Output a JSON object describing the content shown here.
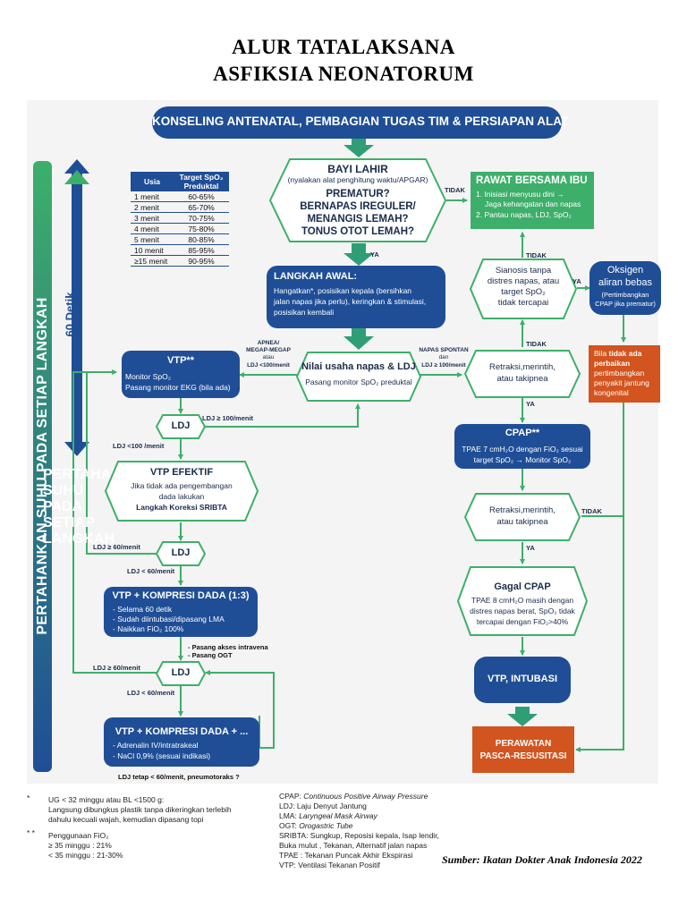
{
  "title": {
    "line1": "ALUR TATALAKSANA",
    "line2": "ASFIKSIA NEONATORUM"
  },
  "colors": {
    "navy": "#1f4e96",
    "green": "#3daf6a",
    "orange": "#d2541f",
    "arrow_green": "#2f9e75"
  },
  "banner": "KONSELING ANTENATAL, PEMBAGIAN TUGAS TIM & PERSIAPAN ALAT",
  "side_bar": "PERTAHANKAN SUHU PADA SETIAP LANGKAH",
  "timer": "60 Detik",
  "spo2_table": {
    "header_age": "Usia",
    "header_target_1": "Target SpO₂",
    "header_target_2": "Preduktal",
    "rows": [
      {
        "age": "1 menit",
        "target": "60-65%"
      },
      {
        "age": "2 menit",
        "target": "65-70%"
      },
      {
        "age": "3 menit",
        "target": "70-75%"
      },
      {
        "age": "4 menit",
        "target": "75-80%"
      },
      {
        "age": "5 menit",
        "target": "80-85%"
      },
      {
        "age": "10 menit",
        "target": "85-95%"
      },
      {
        "age": "≥15 menit",
        "target": "90-95%"
      }
    ]
  },
  "bayi_lahir": {
    "title": "BAYI LAHIR",
    "subtitle": "(nyalakan alat penghitung waktu/APGAR)",
    "q1": "PREMATUR?",
    "q2": "BERNAPAS IREGULER/",
    "q3": "MENANGIS LEMAH?",
    "q4": "TONUS OTOT LEMAH?"
  },
  "rawat": {
    "title": "RAWAT BERSAMA IBU",
    "l1": "1. Inisiasi menyusu dini →",
    "l2": "Jaga kehangatan dan napas",
    "l3": "2. Pantau napas, LDJ, SpO₂"
  },
  "langkah": {
    "title": "LANGKAH AWAL:",
    "l1": "Hangatkan*, posisikan kepala (bersihkan",
    "l2": "jalan napas jika perlu), keringkan & stimulasi,",
    "l3": "posisikan kembali"
  },
  "sianosis": {
    "l1": "Sianosis tanpa",
    "l2": "distres napas, atau",
    "l3": "target SpO₂",
    "l4": "tidak tercapai"
  },
  "oksigen": {
    "l1": "Oksigen",
    "l2": "aliran bebas",
    "l3": "(Pertimbangkan",
    "l4": "CPAP jika prematur)"
  },
  "orange_box": {
    "l1a": "Bila ",
    "l1b": "tidak ada",
    "l2": "perbaikan",
    "l3": "pertimbangkan",
    "l4": "penyakit jantung",
    "l5": "kongenital"
  },
  "vtp": {
    "title": "VTP**",
    "l1": "Monitor SpO₂",
    "l2": "Pasang monitor EKG (bila ada)"
  },
  "nilai": {
    "title": "Nilai usaha napas & LDJ",
    "sub": "Pasang monitor SpO₂ preduktal"
  },
  "retraksi1": {
    "l1": "Retraksi,merintih,",
    "l2": "atau takipnea"
  },
  "retraksi2": {
    "l1": "Retraksi,merintih,",
    "l2": "atau takipnea"
  },
  "apnea_lbl": {
    "l1": "APNEA/",
    "l2": "MEGAP-MEGAP",
    "l3": "atau",
    "l4": "LDJ <100/menit"
  },
  "napas_lbl": {
    "l1": "NAPAS SPONTAN",
    "l2": "dan",
    "l3": "LDJ ≥ 100/menit"
  },
  "ldj": "LDJ",
  "ldj_ge100": "LDJ ≥ 100/menit",
  "ldj_lt100": "LDJ <100 /menit",
  "vtp_efektif": {
    "title": "VTP EFEKTIF",
    "l1": "Jika tidak ada pengembangan",
    "l2": "dada lakukan",
    "l3": "Langkah Koreksi SRIBTA"
  },
  "ldj_ge60_a": "LDJ ≥ 60/menit",
  "ldj_lt60_a": "LDJ < 60/menit",
  "kompresi1": {
    "title": "VTP + KOMPRESI DADA (1:3)",
    "l1": "- Selama 60 detik",
    "l2": "- Sudah diintubasi/dipasang LMA",
    "l3": "- Naikkan FiO₂ 100%"
  },
  "pasang": {
    "l1": "- Pasang akses intravena",
    "l2": "- Pasang OGT"
  },
  "ldj_ge60_b": "LDJ ≥ 60/menit",
  "ldj_lt60_b": "LDJ < 60/menit",
  "kompresi2": {
    "title": "VTP + KOMPRESI DADA + ...",
    "l1": "- Adrenalin IV/intratrakeal",
    "l2": "- NaCl 0,9% (sesuai indikasi)"
  },
  "ldj_tetap": "LDJ tetap < 60/menit, pneumotoraks ?",
  "cpap": {
    "title": "CPAP**",
    "l1": "TPAE 7 cmH₂O dengan FiO₂ sesuai",
    "l2": "target SpO₂ → Monitor SpO₂"
  },
  "gagal": {
    "title": "Gagal CPAP",
    "l1": "TPAE 8 cmH₂O masih dengan",
    "l2": "distres napas berat, SpO₂ tidak",
    "l3": "tercapai dengan FiO₂>40%"
  },
  "intubasi": "VTP, INTUBASI",
  "perawatan": {
    "l1": "PERAWATAN",
    "l2": "PASCA-RESUSITASI"
  },
  "labels": {
    "ya": "YA",
    "tidak": "TIDAK"
  },
  "footnotes_left": {
    "s1": "*",
    "l1": "UG < 32 minggu atau BL <1500 g:",
    "l2": "Langsung dibungkus plastik tanpa dikeringkan terlebih",
    "l3": "dahulu kecuali wajah, kemudian dipasang topi",
    "s2": "* *",
    "l4": "Penggunaan FiO₂",
    "l5": "≥ 35 minggu : 21%",
    "l6": "< 35 minggu : 21-30%"
  },
  "footnotes_mid": {
    "a1": "CPAP: ",
    "b1": "Continuous Positive Airway Pressure",
    "a2": "LDJ: Laju Denyut Jantung",
    "a3": "LMA: ",
    "b3": "Laryngeal Mask Airway",
    "a4": "OGT: ",
    "b4": "Orogastric Tube",
    "a5": "SRIBTA: Sungkup, Reposisi kepala, Isap lendir,",
    "a6": "Buka mulut , Tekanan, Alternatif jalan napas",
    "a7": "TPAE : Tekanan Puncak Akhir Ekspirasi",
    "a8": "VTP: Ventilasi Tekanan Positif"
  },
  "source": "Sumber: Ikatan Dokter Anak Indonesia 2022"
}
